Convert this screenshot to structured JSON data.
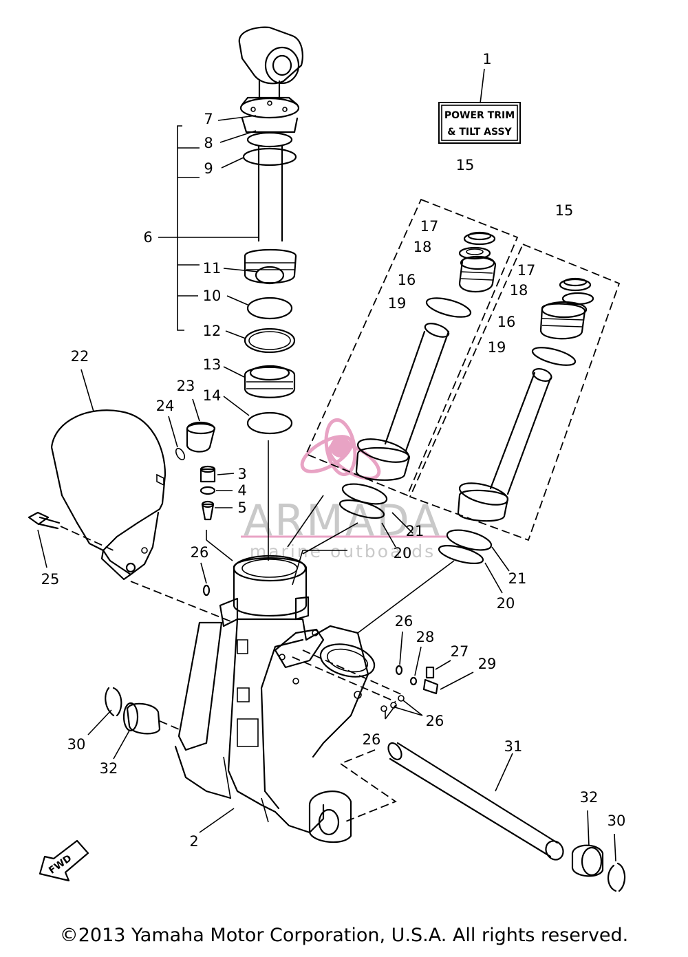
{
  "assembly_label": {
    "line1": "POWER TRIM",
    "line2": "& TILT ASSY"
  },
  "watermark": {
    "brand": "ARMADA",
    "tagline": "marine outboards",
    "accent_color": "#e8a3c4"
  },
  "callouts": {
    "c1": "1",
    "c2": "2",
    "c3": "3",
    "c4": "4",
    "c5": "5",
    "c6": "6",
    "c7": "7",
    "c8": "8",
    "c9": "9",
    "c10": "10",
    "c11": "11",
    "c12": "12",
    "c13": "13",
    "c14": "14",
    "c15a": "15",
    "c15b": "15",
    "c16a": "16",
    "c16b": "16",
    "c17a": "17",
    "c17b": "17",
    "c18a": "18",
    "c18b": "18",
    "c19a": "19",
    "c19b": "19",
    "c20a": "20",
    "c20b": "20",
    "c21a": "21",
    "c21b": "21",
    "c22": "22",
    "c23": "23",
    "c24": "24",
    "c25": "25",
    "c26a": "26",
    "c26b": "26",
    "c26c": "26",
    "c26d": "26",
    "c27": "27",
    "c28": "28",
    "c29": "29",
    "c30a": "30",
    "c30b": "30",
    "c31": "31",
    "c32a": "32",
    "c32b": "32"
  },
  "fwd_label": "FWD",
  "copyright": "©2013 Yamaha Motor Corporation, U.S.A. All rights reserved."
}
